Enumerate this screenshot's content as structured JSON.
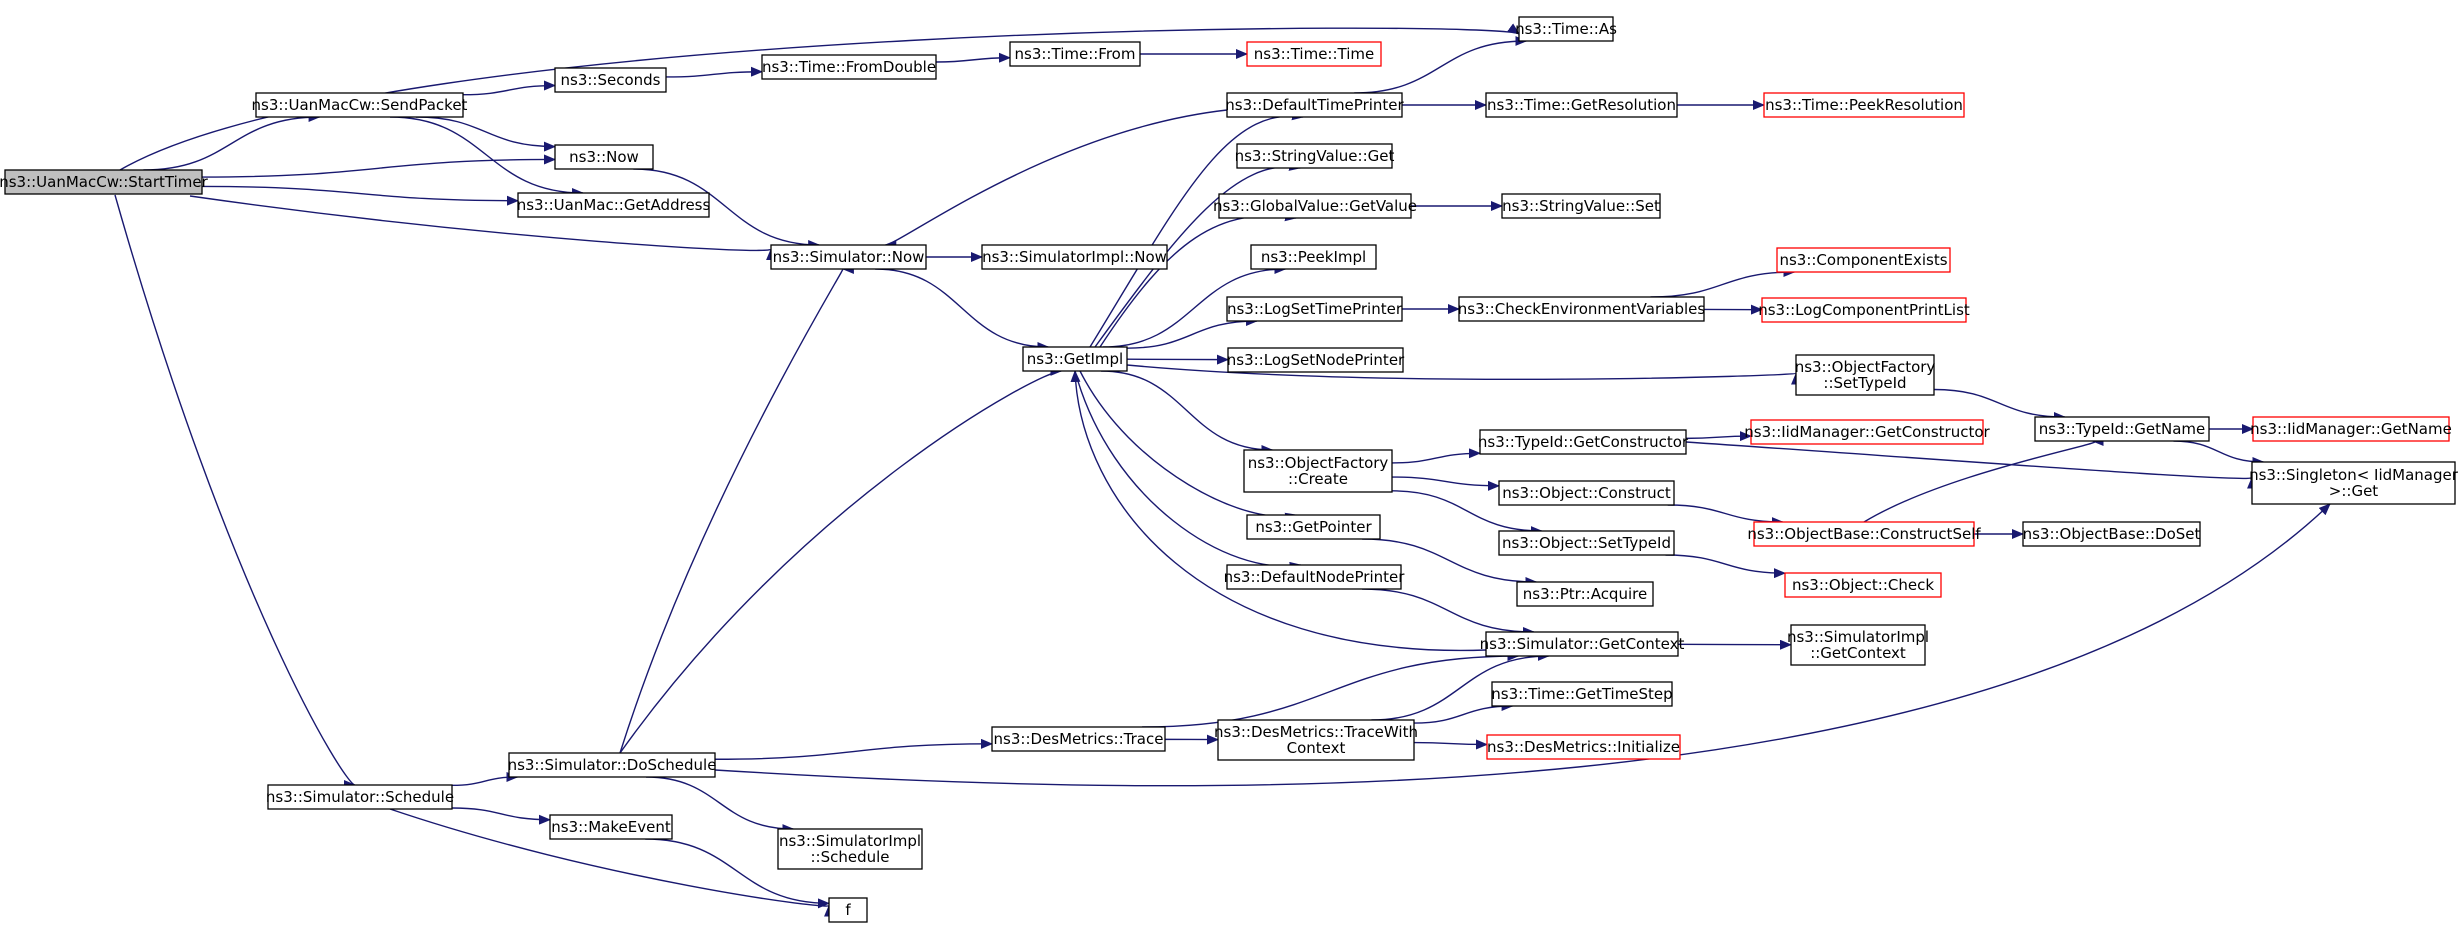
{
  "colors": {
    "edge": "#191970",
    "node_border": "#000000",
    "truncated_border": "#ff0000",
    "root_fill": "#bfbfbf",
    "node_fill": "#ffffff"
  },
  "nodes": [
    {
      "id": "start_timer",
      "lines": [
        "ns3::UanMacCw::StartTimer"
      ],
      "style": "root"
    },
    {
      "id": "time_as",
      "lines": [
        "ns3::Time::As"
      ],
      "style": "normal"
    },
    {
      "id": "send_packet",
      "lines": [
        "ns3::UanMacCw::SendPacket"
      ],
      "style": "normal"
    },
    {
      "id": "seconds",
      "lines": [
        "ns3::Seconds"
      ],
      "style": "normal"
    },
    {
      "id": "from_double",
      "lines": [
        "ns3::Time::FromDouble"
      ],
      "style": "normal"
    },
    {
      "id": "time_from",
      "lines": [
        "ns3::Time::From"
      ],
      "style": "normal"
    },
    {
      "id": "time_time",
      "lines": [
        "ns3::Time::Time"
      ],
      "style": "truncated"
    },
    {
      "id": "now",
      "lines": [
        "ns3::Now"
      ],
      "style": "normal"
    },
    {
      "id": "get_address",
      "lines": [
        "ns3::UanMac::GetAddress"
      ],
      "style": "normal"
    },
    {
      "id": "sim_now",
      "lines": [
        "ns3::Simulator::Now"
      ],
      "style": "normal"
    },
    {
      "id": "simimpl_now",
      "lines": [
        "ns3::SimulatorImpl::Now"
      ],
      "style": "normal"
    },
    {
      "id": "default_time_printer",
      "lines": [
        "ns3::DefaultTimePrinter"
      ],
      "style": "normal"
    },
    {
      "id": "get_resolution",
      "lines": [
        "ns3::Time::GetResolution"
      ],
      "style": "normal"
    },
    {
      "id": "peek_resolution",
      "lines": [
        "ns3::Time::PeekResolution"
      ],
      "style": "truncated"
    },
    {
      "id": "stringvalue_get",
      "lines": [
        "ns3::StringValue::Get"
      ],
      "style": "normal"
    },
    {
      "id": "globalvalue_getvalue",
      "lines": [
        "ns3::GlobalValue::GetValue"
      ],
      "style": "normal"
    },
    {
      "id": "stringvalue_set",
      "lines": [
        "ns3::StringValue::Set"
      ],
      "style": "normal"
    },
    {
      "id": "peek_impl",
      "lines": [
        "ns3::PeekImpl"
      ],
      "style": "normal"
    },
    {
      "id": "component_exists",
      "lines": [
        "ns3::ComponentExists"
      ],
      "style": "truncated"
    },
    {
      "id": "log_set_time_printer",
      "lines": [
        "ns3::LogSetTimePrinter"
      ],
      "style": "normal"
    },
    {
      "id": "check_env_vars",
      "lines": [
        "ns3::CheckEnvironmentVariables"
      ],
      "style": "normal"
    },
    {
      "id": "log_component_print_list",
      "lines": [
        "ns3::LogComponentPrintList"
      ],
      "style": "truncated"
    },
    {
      "id": "get_impl",
      "lines": [
        "ns3::GetImpl"
      ],
      "style": "normal"
    },
    {
      "id": "log_set_node_printer",
      "lines": [
        "ns3::LogSetNodePrinter"
      ],
      "style": "normal"
    },
    {
      "id": "objfactory_settypeid",
      "lines": [
        "ns3::ObjectFactory",
        "::SetTypeId"
      ],
      "style": "normal"
    },
    {
      "id": "typeid_getname",
      "lines": [
        "ns3::TypeId::GetName"
      ],
      "style": "normal"
    },
    {
      "id": "iidmanager_getname",
      "lines": [
        "ns3::IidManager::GetName"
      ],
      "style": "truncated"
    },
    {
      "id": "typeid_getconstructor",
      "lines": [
        "ns3::TypeId::GetConstructor"
      ],
      "style": "normal"
    },
    {
      "id": "iidmanager_getconstructor",
      "lines": [
        "ns3::IidManager::GetConstructor"
      ],
      "style": "truncated"
    },
    {
      "id": "singleton_get",
      "lines": [
        "ns3::Singleton< IidManager",
        ">::Get"
      ],
      "style": "normal"
    },
    {
      "id": "objfactory_create",
      "lines": [
        "ns3::ObjectFactory",
        "::Create"
      ],
      "style": "normal"
    },
    {
      "id": "object_construct",
      "lines": [
        "ns3::Object::Construct"
      ],
      "style": "normal"
    },
    {
      "id": "objbase_constructself",
      "lines": [
        "ns3::ObjectBase::ConstructSelf"
      ],
      "style": "truncated"
    },
    {
      "id": "objbase_doset",
      "lines": [
        "ns3::ObjectBase::DoSet"
      ],
      "style": "normal"
    },
    {
      "id": "get_pointer",
      "lines": [
        "ns3::GetPointer"
      ],
      "style": "normal"
    },
    {
      "id": "object_settypeid",
      "lines": [
        "ns3::Object::SetTypeId"
      ],
      "style": "normal"
    },
    {
      "id": "object_check",
      "lines": [
        "ns3::Object::Check"
      ],
      "style": "truncated"
    },
    {
      "id": "ptr_acquire",
      "lines": [
        "ns3::Ptr::Acquire"
      ],
      "style": "normal"
    },
    {
      "id": "default_node_printer",
      "lines": [
        "ns3::DefaultNodePrinter"
      ],
      "style": "normal"
    },
    {
      "id": "sim_getcontext",
      "lines": [
        "ns3::Simulator::GetContext"
      ],
      "style": "normal"
    },
    {
      "id": "simimpl_getcontext",
      "lines": [
        "ns3::SimulatorImpl",
        "::GetContext"
      ],
      "style": "normal"
    },
    {
      "id": "time_gettimestep",
      "lines": [
        "ns3::Time::GetTimeStep"
      ],
      "style": "normal"
    },
    {
      "id": "desmetrics_trace",
      "lines": [
        "ns3::DesMetrics::Trace"
      ],
      "style": "normal"
    },
    {
      "id": "desmetrics_tracewithcontext",
      "lines": [
        "ns3::DesMetrics::TraceWith",
        "Context"
      ],
      "style": "normal"
    },
    {
      "id": "desmetrics_initialize",
      "lines": [
        "ns3::DesMetrics::Initialize"
      ],
      "style": "truncated"
    },
    {
      "id": "sim_doschedule",
      "lines": [
        "ns3::Simulator::DoSchedule"
      ],
      "style": "normal"
    },
    {
      "id": "sim_schedule",
      "lines": [
        "ns3::Simulator::Schedule"
      ],
      "style": "normal"
    },
    {
      "id": "make_event",
      "lines": [
        "ns3::MakeEvent"
      ],
      "style": "normal"
    },
    {
      "id": "simimpl_schedule",
      "lines": [
        "ns3::SimulatorImpl",
        "::Schedule"
      ],
      "style": "normal"
    },
    {
      "id": "f",
      "lines": [
        "f"
      ],
      "style": "normal"
    }
  ],
  "edges": [
    [
      "start_timer",
      "time_as"
    ],
    [
      "start_timer",
      "send_packet"
    ],
    [
      "start_timer",
      "now"
    ],
    [
      "start_timer",
      "get_address"
    ],
    [
      "start_timer",
      "sim_now"
    ],
    [
      "start_timer",
      "sim_schedule"
    ],
    [
      "send_packet",
      "seconds"
    ],
    [
      "send_packet",
      "now"
    ],
    [
      "send_packet",
      "get_address"
    ],
    [
      "seconds",
      "from_double"
    ],
    [
      "from_double",
      "time_from"
    ],
    [
      "time_from",
      "time_time"
    ],
    [
      "now",
      "sim_now"
    ],
    [
      "sim_now",
      "simimpl_now"
    ],
    [
      "sim_now",
      "get_impl"
    ],
    [
      "default_time_printer",
      "sim_now"
    ],
    [
      "default_time_printer",
      "time_as"
    ],
    [
      "default_time_printer",
      "get_resolution"
    ],
    [
      "get_resolution",
      "peek_resolution"
    ],
    [
      "globalvalue_getvalue",
      "stringvalue_set"
    ],
    [
      "log_set_time_printer",
      "check_env_vars"
    ],
    [
      "check_env_vars",
      "component_exists"
    ],
    [
      "check_env_vars",
      "log_component_print_list"
    ],
    [
      "get_impl",
      "default_time_printer"
    ],
    [
      "get_impl",
      "stringvalue_get"
    ],
    [
      "get_impl",
      "globalvalue_getvalue"
    ],
    [
      "get_impl",
      "peek_impl"
    ],
    [
      "get_impl",
      "log_set_time_printer"
    ],
    [
      "get_impl",
      "log_set_node_printer"
    ],
    [
      "get_impl",
      "objfactory_settypeid"
    ],
    [
      "get_impl",
      "objfactory_create"
    ],
    [
      "get_impl",
      "get_pointer"
    ],
    [
      "get_impl",
      "default_node_printer"
    ],
    [
      "objfactory_settypeid",
      "typeid_getname"
    ],
    [
      "typeid_getname",
      "iidmanager_getname"
    ],
    [
      "typeid_getname",
      "singleton_get"
    ],
    [
      "objfactory_create",
      "typeid_getconstructor"
    ],
    [
      "objfactory_create",
      "object_construct"
    ],
    [
      "objfactory_create",
      "object_settypeid"
    ],
    [
      "typeid_getconstructor",
      "iidmanager_getconstructor"
    ],
    [
      "typeid_getconstructor",
      "singleton_get"
    ],
    [
      "object_construct",
      "objbase_constructself"
    ],
    [
      "objbase_constructself",
      "objbase_doset"
    ],
    [
      "objbase_constructself",
      "typeid_getname"
    ],
    [
      "object_settypeid",
      "object_check"
    ],
    [
      "get_pointer",
      "ptr_acquire"
    ],
    [
      "default_node_printer",
      "sim_getcontext"
    ],
    [
      "sim_getcontext",
      "get_impl"
    ],
    [
      "sim_getcontext",
      "simimpl_getcontext"
    ],
    [
      "desmetrics_trace",
      "sim_getcontext"
    ],
    [
      "desmetrics_trace",
      "desmetrics_tracewithcontext"
    ],
    [
      "desmetrics_tracewithcontext",
      "sim_getcontext"
    ],
    [
      "desmetrics_tracewithcontext",
      "time_gettimestep"
    ],
    [
      "desmetrics_tracewithcontext",
      "desmetrics_initialize"
    ],
    [
      "sim_schedule",
      "sim_doschedule"
    ],
    [
      "sim_schedule",
      "make_event"
    ],
    [
      "sim_schedule",
      "f"
    ],
    [
      "sim_doschedule",
      "sim_now"
    ],
    [
      "sim_doschedule",
      "get_impl"
    ],
    [
      "sim_doschedule",
      "desmetrics_trace"
    ],
    [
      "sim_doschedule",
      "simimpl_schedule"
    ],
    [
      "sim_doschedule",
      "singleton_get"
    ],
    [
      "make_event",
      "f"
    ]
  ]
}
